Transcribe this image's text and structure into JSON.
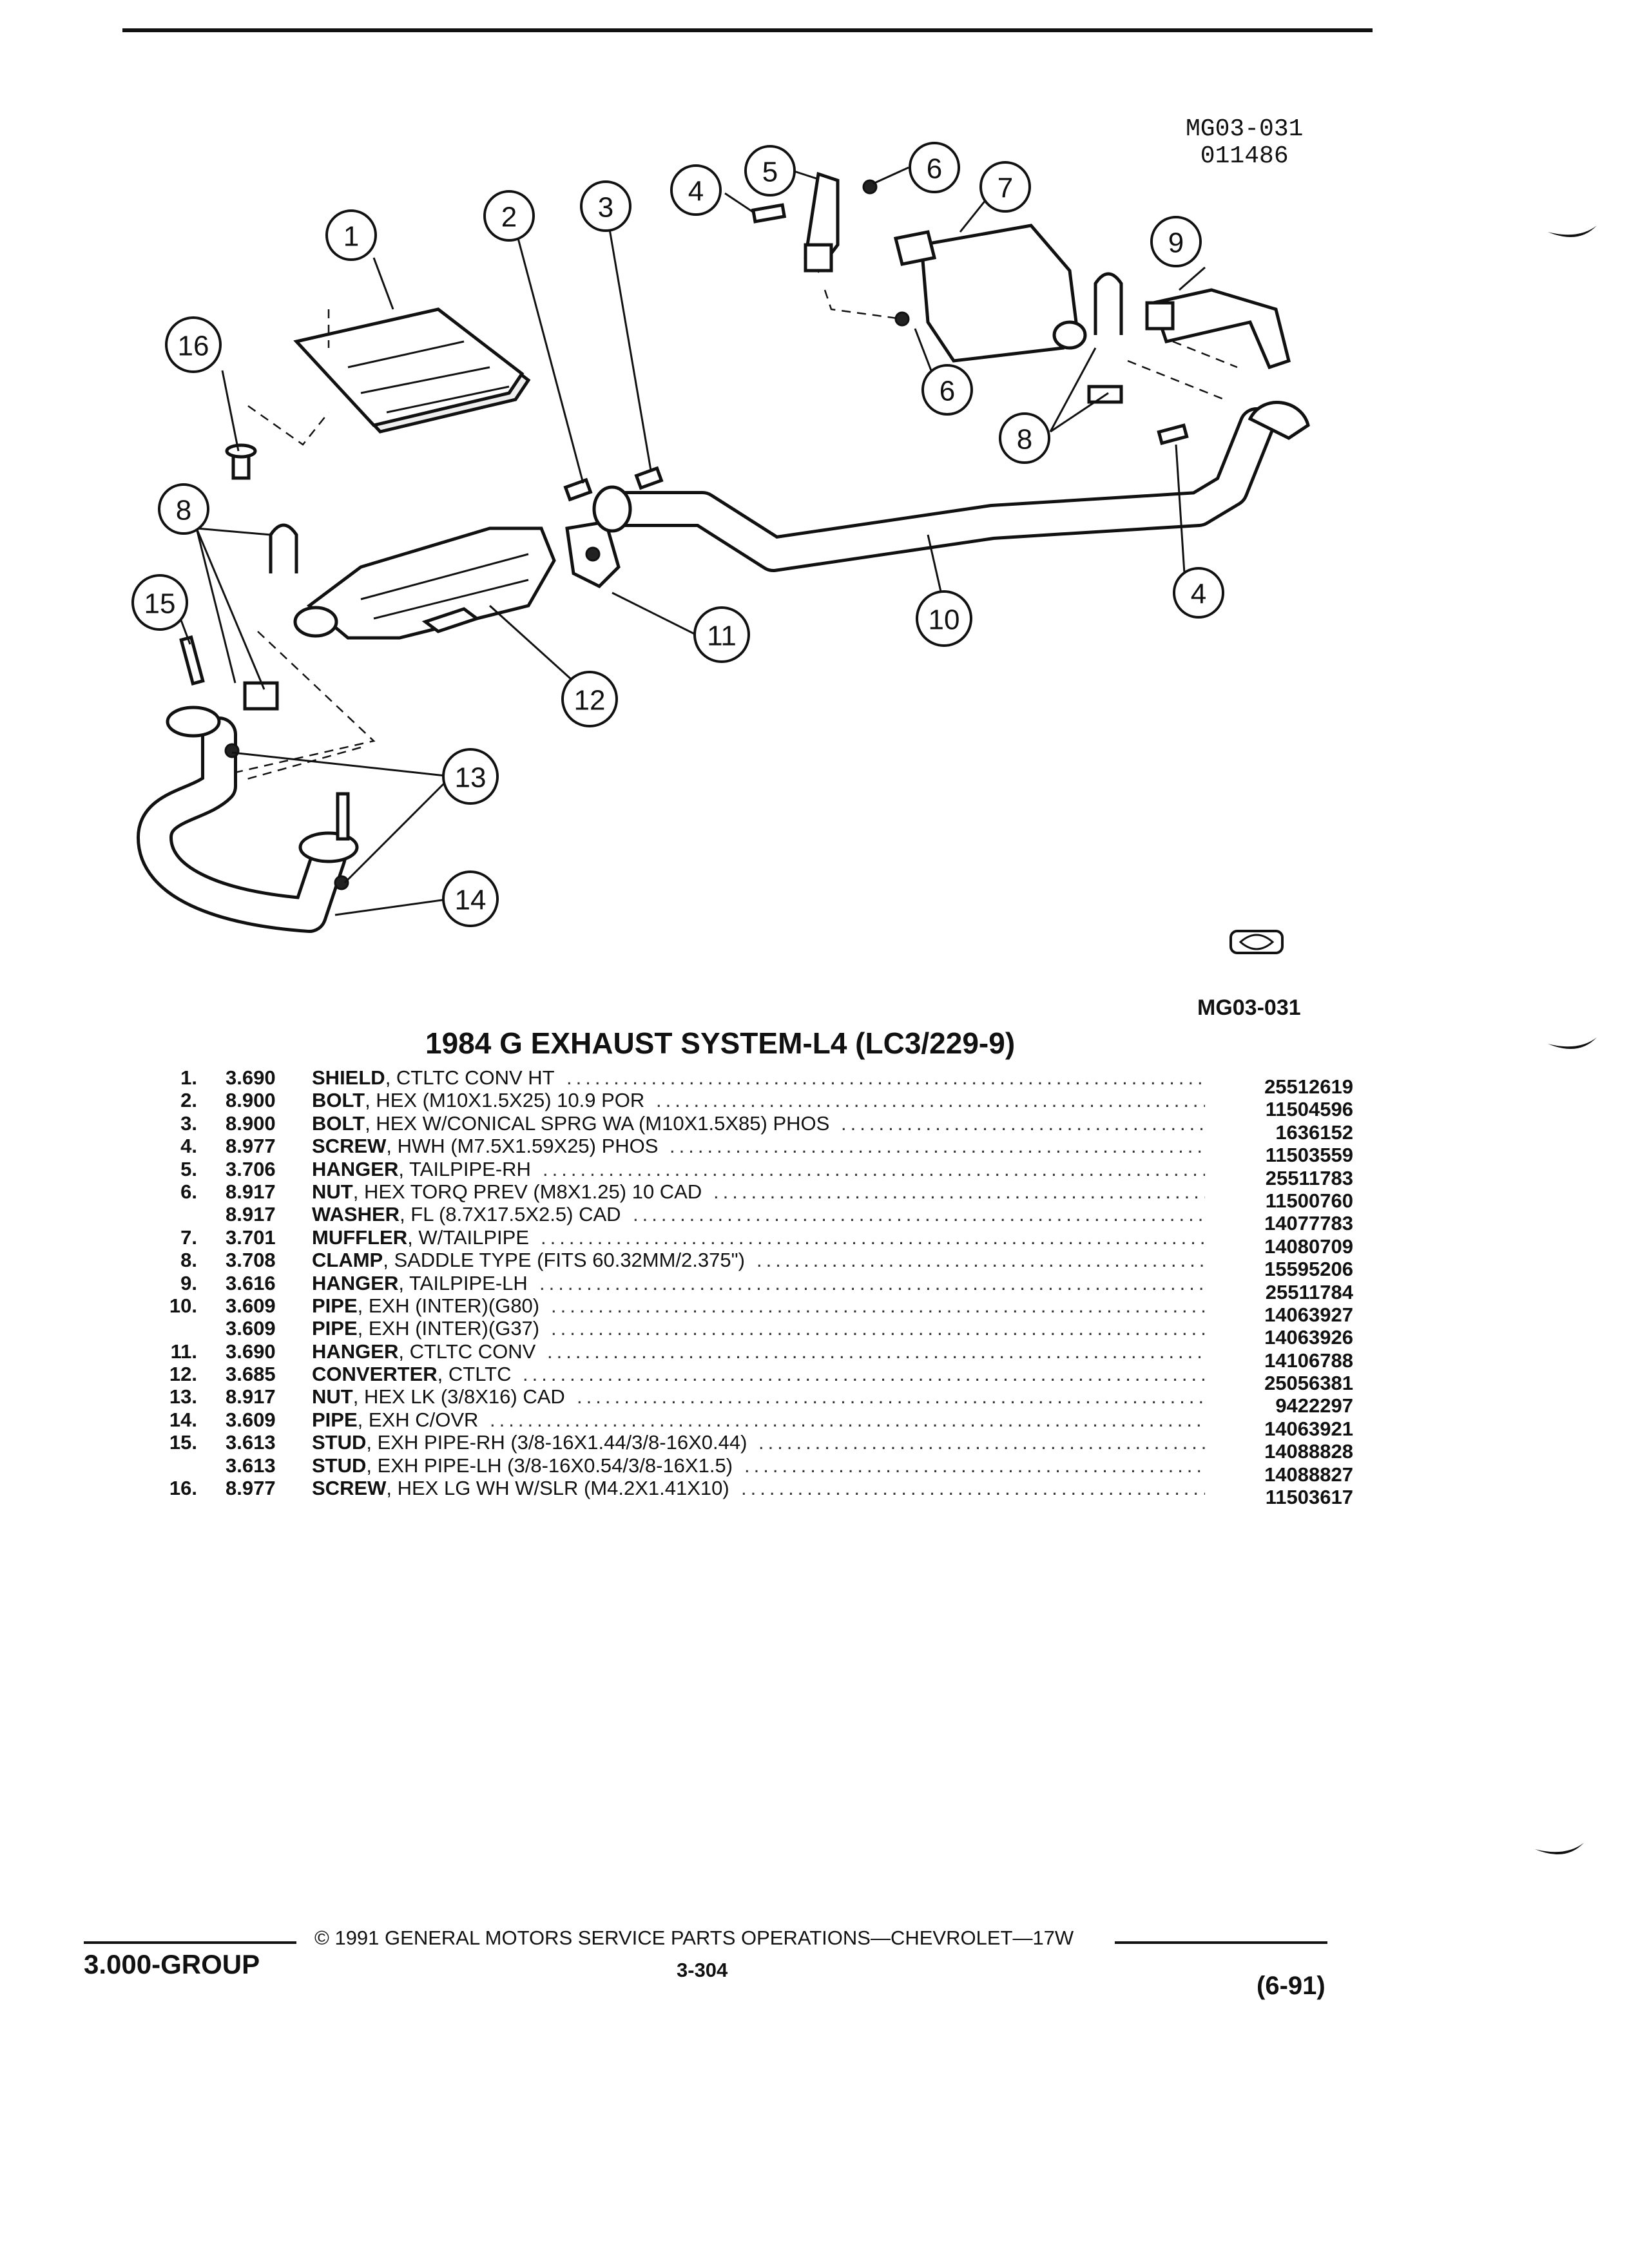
{
  "drawing": {
    "id_line1": "MG03-031",
    "id_line2": "011486",
    "fig_code": "MG03-031",
    "callouts": [
      "1",
      "2",
      "3",
      "4",
      "5",
      "6",
      "7",
      "6",
      "8",
      "9",
      "16",
      "8",
      "15",
      "11",
      "10",
      "4",
      "12",
      "13",
      "14"
    ]
  },
  "title": "1984 G EXHAUST SYSTEM-L4 (LC3/229-9)",
  "parts": [
    {
      "num": "1.",
      "grp": "3.690",
      "name": "SHIELD",
      "spec": ", CTLTC CONV HT",
      "pn": "25512619"
    },
    {
      "num": "2.",
      "grp": "8.900",
      "name": "BOLT",
      "spec": ", HEX (M10X1.5X25) 10.9 POR",
      "pn": "11504596"
    },
    {
      "num": "3.",
      "grp": "8.900",
      "name": "BOLT",
      "spec": ", HEX W/CONICAL SPRG WA (M10X1.5X85) PHOS",
      "pn": "1636152"
    },
    {
      "num": "4.",
      "grp": "8.977",
      "name": "SCREW",
      "spec": ", HWH (M7.5X1.59X25) PHOS",
      "pn": "11503559"
    },
    {
      "num": "5.",
      "grp": "3.706",
      "name": "HANGER",
      "spec": ", TAILPIPE-RH",
      "pn": "25511783"
    },
    {
      "num": "6.",
      "grp": "8.917",
      "name": "NUT",
      "spec": ", HEX TORQ PREV (M8X1.25) 10 CAD",
      "pn": "11500760"
    },
    {
      "num": "",
      "grp": "8.917",
      "name": "WASHER",
      "spec": ", FL (8.7X17.5X2.5) CAD",
      "pn": "14077783"
    },
    {
      "num": "7.",
      "grp": "3.701",
      "name": "MUFFLER",
      "spec": ", W/TAILPIPE",
      "pn": "14080709"
    },
    {
      "num": "8.",
      "grp": "3.708",
      "name": "CLAMP",
      "spec": ", SADDLE TYPE (FITS 60.32MM/2.375\")",
      "pn": "15595206"
    },
    {
      "num": "9.",
      "grp": "3.616",
      "name": "HANGER",
      "spec": ", TAILPIPE-LH",
      "pn": "25511784"
    },
    {
      "num": "10.",
      "grp": "3.609",
      "name": "PIPE",
      "spec": ", EXH (INTER)(G80)",
      "pn": "14063927"
    },
    {
      "num": "",
      "grp": "3.609",
      "name": "PIPE",
      "spec": ", EXH (INTER)(G37)",
      "pn": "14063926"
    },
    {
      "num": "11.",
      "grp": "3.690",
      "name": "HANGER",
      "spec": ", CTLTC CONV",
      "pn": "14106788"
    },
    {
      "num": "12.",
      "grp": "3.685",
      "name": "CONVERTER",
      "spec": ", CTLTC",
      "pn": "25056381"
    },
    {
      "num": "13.",
      "grp": "8.917",
      "name": "NUT",
      "spec": ", HEX LK (3/8X16) CAD",
      "pn": "9422297"
    },
    {
      "num": "14.",
      "grp": "3.609",
      "name": "PIPE",
      "spec": ", EXH C/OVR",
      "pn": "14063921"
    },
    {
      "num": "15.",
      "grp": "3.613",
      "name": "STUD",
      "spec": ", EXH PIPE-RH (3/8-16X1.44/3/8-16X0.44)",
      "pn": "14088828"
    },
    {
      "num": "",
      "grp": "3.613",
      "name": "STUD",
      "spec": ", EXH PIPE-LH (3/8-16X0.54/3/8-16X1.5)",
      "pn": "14088827"
    },
    {
      "num": "16.",
      "grp": "8.977",
      "name": "SCREW",
      "spec": ", HEX LG WH W/SLR (M4.2X1.41X10)",
      "pn": "11503617"
    }
  ],
  "footer": {
    "copyright": "© 1991 GENERAL MOTORS SERVICE PARTS OPERATIONS—CHEVROLET—17W",
    "group": "3.000-GROUP",
    "page": "3-304",
    "date": "(6-91)"
  }
}
